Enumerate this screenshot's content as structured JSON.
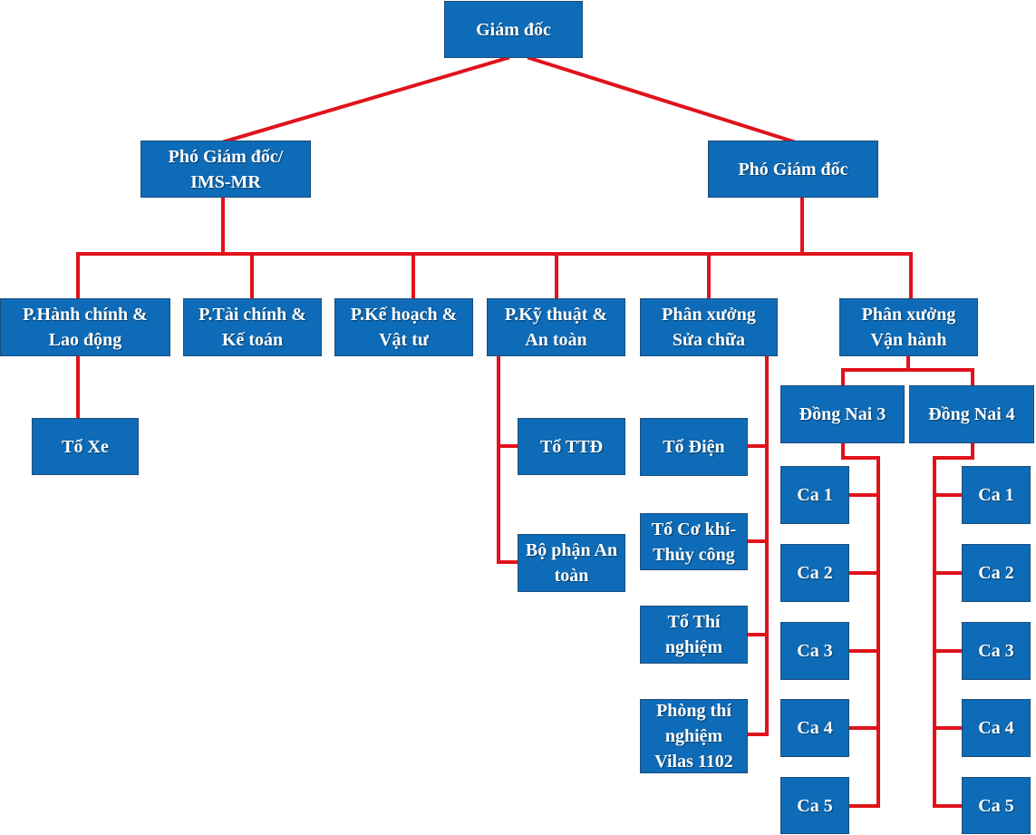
{
  "colors": {
    "box_fill": "#0e6bb7",
    "box_border": "#1f4e79",
    "connector": "#e0121b",
    "text": "#ffffff"
  },
  "nodes": {
    "giam_doc": "Giám đốc",
    "pho_gd_ims": "Phó Giám đốc/\nIMS-MR",
    "pho_gd": "Phó Giám đốc",
    "hanh_chinh": "P.Hành chính &\nLao động",
    "tai_chinh": "P.Tài chính &\nKế toán",
    "ke_hoach": "P.Kế hoạch &\nVật tư",
    "ky_thuat": "P.Kỹ thuật &\nAn toàn",
    "px_sua_chua": "Phân xưởng\nSửa chữa",
    "px_van_hanh": "Phân xưởng\nVận hành",
    "to_xe": "Tổ Xe",
    "to_ttd": "Tổ TTĐ",
    "bo_phan_an_toan": "Bộ phận An\ntoàn",
    "to_dien": "Tổ Điện",
    "to_co_khi": "Tổ Cơ khí-\nThủy công",
    "to_thi_nghiem": "Tổ Thí\nnghiệm",
    "phong_thi_nghiem": "Phòng thí\nnghiệm\nVilas 1102",
    "dong_nai_3": "Đồng Nai 3",
    "dong_nai_4": "Đồng Nai 4",
    "dn3_ca1": "Ca 1",
    "dn3_ca2": "Ca 2",
    "dn3_ca3": "Ca 3",
    "dn3_ca4": "Ca 4",
    "dn3_ca5": "Ca 5",
    "dn4_ca1": "Ca 1",
    "dn4_ca2": "Ca 2",
    "dn4_ca3": "Ca 3",
    "dn4_ca4": "Ca 4",
    "dn4_ca5": "Ca 5"
  }
}
